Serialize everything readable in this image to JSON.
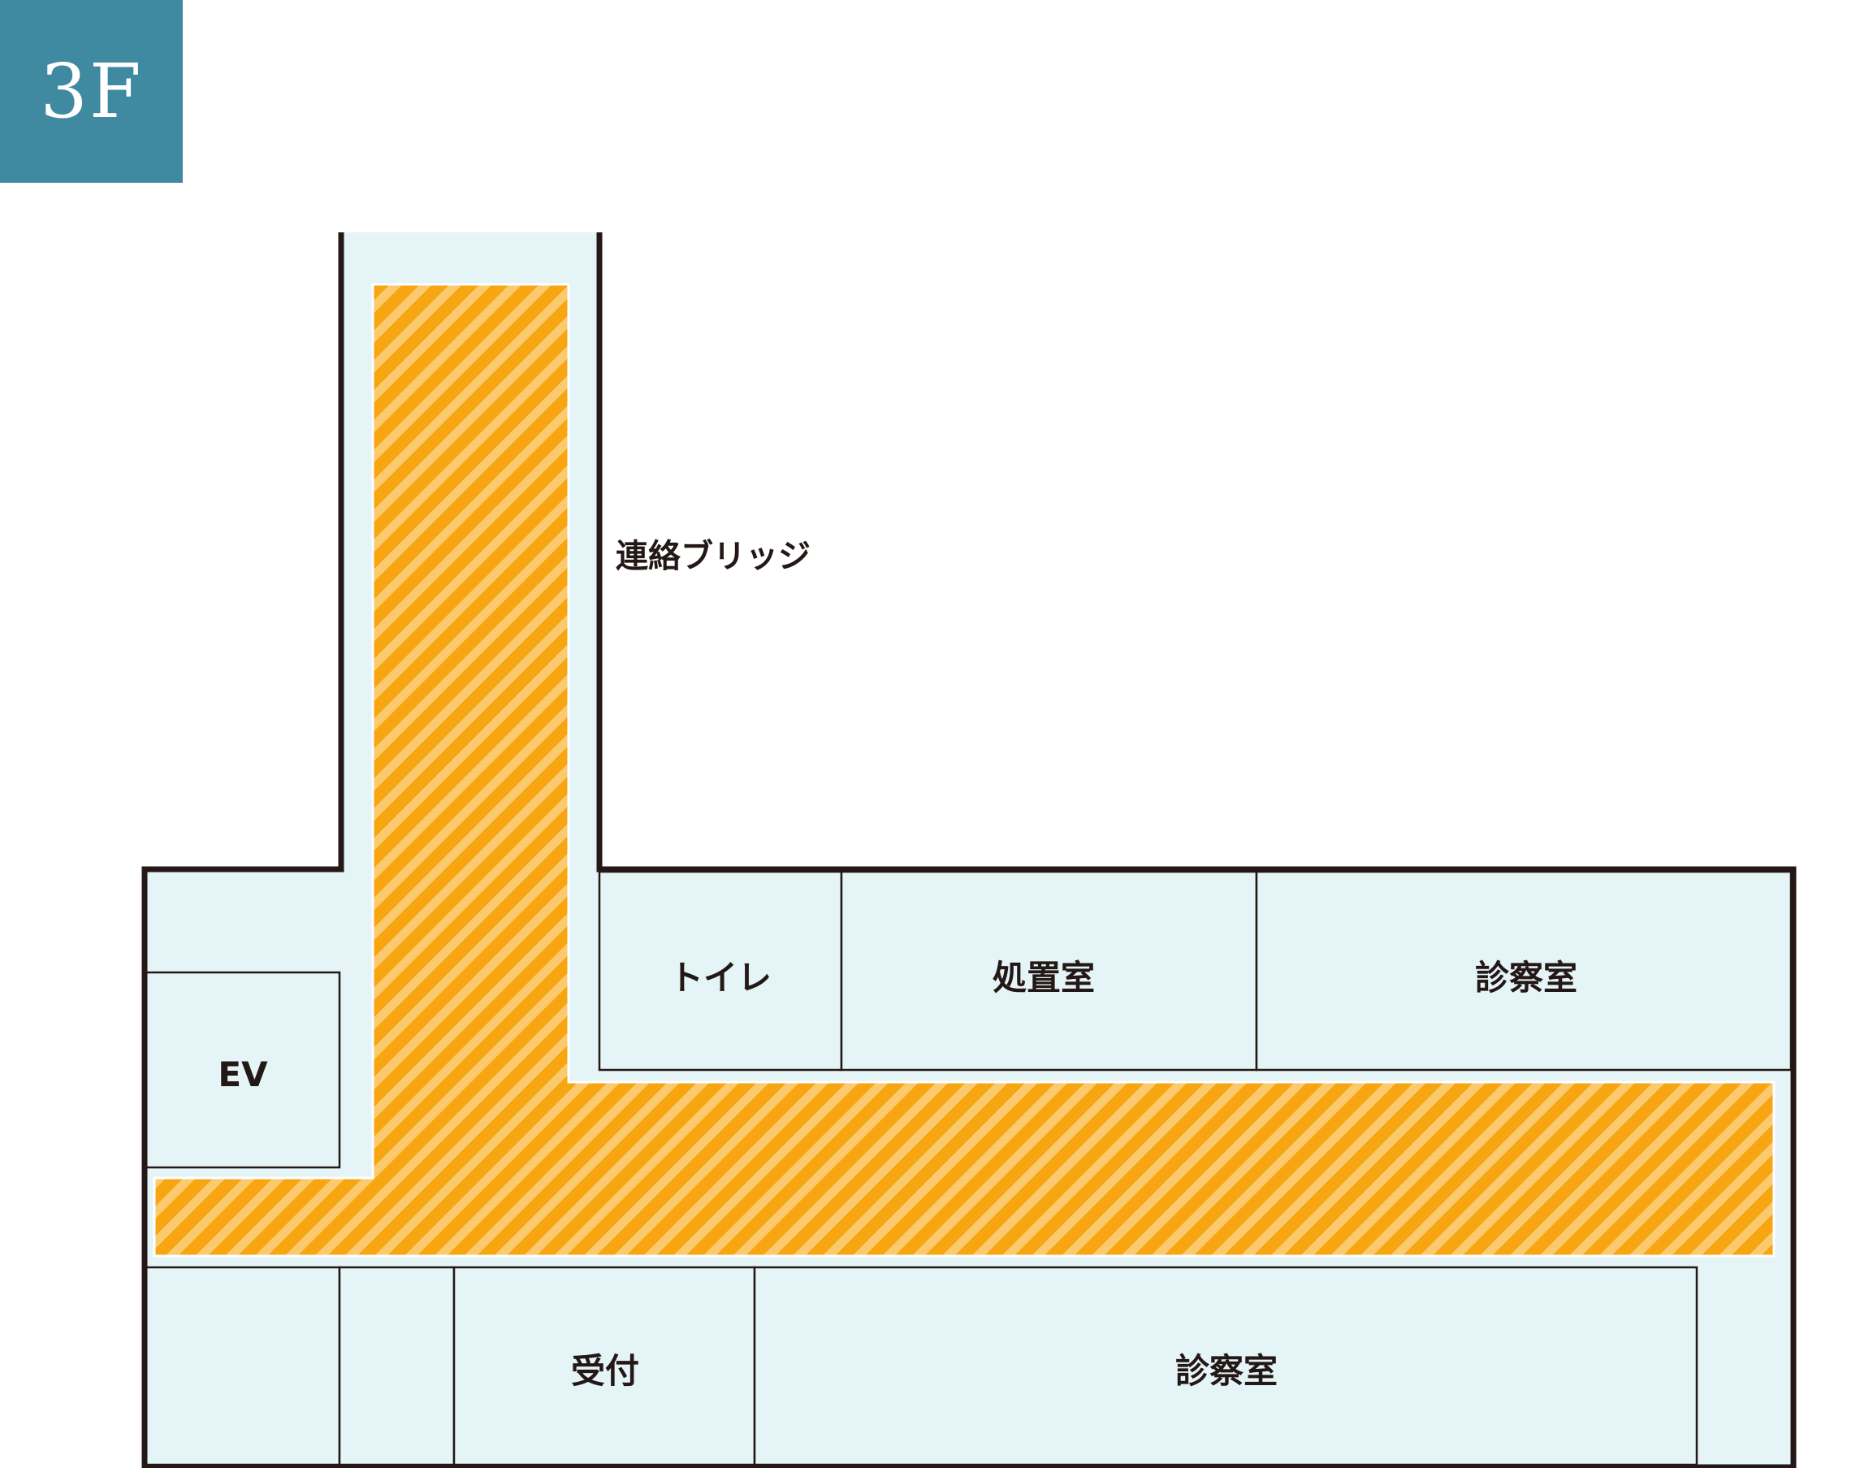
{
  "floor": {
    "label": "3F"
  },
  "bridge": {
    "label": "連絡ブリッジ"
  },
  "rooms": {
    "toilet": "トイレ",
    "treatment": "処置室",
    "exam_upper": "診察室",
    "ev": "EV",
    "reception": "受付",
    "exam_lower": "診察室"
  },
  "colors": {
    "badge": "#3f8aa0",
    "room_fill": "#e5f4f7",
    "wall": "#231815",
    "corridor_stripe_dark": "#f7a511",
    "corridor_stripe_light": "#fbc96e"
  },
  "legend": {
    "highlighted_route": "hatched-orange-corridor"
  }
}
